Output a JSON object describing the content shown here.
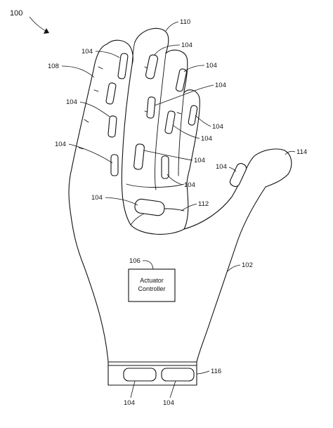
{
  "figure": {
    "ref": "100",
    "colors": {
      "line": "#111111",
      "background": "#ffffff"
    }
  },
  "controller": {
    "ref": "106",
    "line1": "Actuator",
    "line2": "Controller"
  },
  "labels": {
    "glove": "102",
    "actuator": "104",
    "index_finger": "108",
    "middle_finger": "110",
    "palm": "112",
    "thumb": "114",
    "wrist_band": "116"
  }
}
